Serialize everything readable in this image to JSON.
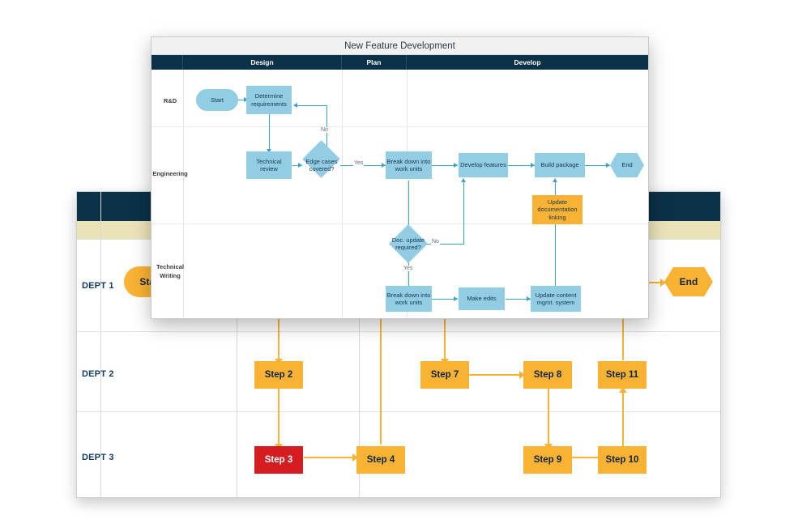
{
  "background_diagram": {
    "name": "department-swimlane-diagram",
    "header_color": "#0b3148",
    "band_color": "#ebe3b8",
    "node_color": "#f9b233",
    "alert_color": "#d51c20",
    "lanes": [
      {
        "label": "DEPT 1"
      },
      {
        "label": "DEPT 2"
      },
      {
        "label": "DEPT 3"
      }
    ],
    "nodes": [
      {
        "id": "start",
        "label": "Start",
        "shape": "pill"
      },
      {
        "id": "step2",
        "label": "Step 2",
        "shape": "rect"
      },
      {
        "id": "step3",
        "label": "Step 3",
        "shape": "rect",
        "state": "alert"
      },
      {
        "id": "step4",
        "label": "Step 4",
        "shape": "rect"
      },
      {
        "id": "step7",
        "label": "Step 7",
        "shape": "rect"
      },
      {
        "id": "step8",
        "label": "Step 8",
        "shape": "rect"
      },
      {
        "id": "step9",
        "label": "Step 9",
        "shape": "rect"
      },
      {
        "id": "step10",
        "label": "Step 10",
        "shape": "rect"
      },
      {
        "id": "step11",
        "label": "Step 11",
        "shape": "rect"
      },
      {
        "id": "end",
        "label": "End",
        "shape": "hexagon"
      }
    ]
  },
  "foreground_card": {
    "name": "new-feature-development-flowchart",
    "title": "New Feature Development",
    "header_color": "#0b3148",
    "node_color": "#92cde4",
    "highlight_color": "#f9b233",
    "connector_color": "#3fa3c9",
    "columns": [
      {
        "label": ""
      },
      {
        "label": "Design"
      },
      {
        "label": "Plan"
      },
      {
        "label": "Develop"
      }
    ],
    "lanes": [
      {
        "label": "R&D"
      },
      {
        "label": "Engineering"
      },
      {
        "label": "Technical\nWriting"
      },
      {
        "label_line1": "Technical",
        "label_line2": "Writing"
      }
    ],
    "nodes": [
      {
        "id": "start",
        "label": "Start",
        "shape": "pill"
      },
      {
        "id": "determine",
        "label": "Determine requirements",
        "shape": "rect"
      },
      {
        "id": "techreview",
        "label": "Technical review",
        "shape": "rect"
      },
      {
        "id": "edgecases",
        "label": "Edge cases covered?",
        "shape": "diamond"
      },
      {
        "id": "breakdown1",
        "label": "Break down into work units",
        "shape": "rect"
      },
      {
        "id": "develop",
        "label": "Develop features",
        "shape": "rect"
      },
      {
        "id": "buildpkg",
        "label": "Build package",
        "shape": "rect"
      },
      {
        "id": "end",
        "label": "End",
        "shape": "hexagon"
      },
      {
        "id": "updatedoc",
        "label": "Update documentation linking",
        "shape": "rect",
        "state": "highlight"
      },
      {
        "id": "docupdate",
        "label": "Doc. update required?",
        "shape": "diamond"
      },
      {
        "id": "breakdown2",
        "label": "Break down into work units",
        "shape": "rect"
      },
      {
        "id": "makeedits",
        "label": "Make edits",
        "shape": "rect"
      },
      {
        "id": "updatecms",
        "label": "Update content mgmt. system",
        "shape": "rect"
      }
    ],
    "edge_labels": {
      "no_edgecases": "No",
      "yes_edgecases": "Yes",
      "no_docupdate": "No",
      "yes_docupdate": "Yes"
    },
    "node_text": {
      "start": "Start",
      "determine_l1": "Determine",
      "determine_l2": "requirements",
      "techreview_l1": "Technical",
      "techreview_l2": "review",
      "edgecases_l1": "Edge cases",
      "edgecases_l2": "covered?",
      "breakdown_l1": "Break down into",
      "breakdown_l2": "work units",
      "develop": "Develop features",
      "buildpkg": "Build package",
      "end": "End",
      "updatedoc_l1": "Update",
      "updatedoc_l2": "documentation",
      "updatedoc_l3": "linking",
      "docupdate_l1": "Doc. update",
      "docupdate_l2": "required?",
      "makeedits": "Make edits",
      "updatecms_l1": "Update content",
      "updatecms_l2": "mgmt. system"
    }
  }
}
